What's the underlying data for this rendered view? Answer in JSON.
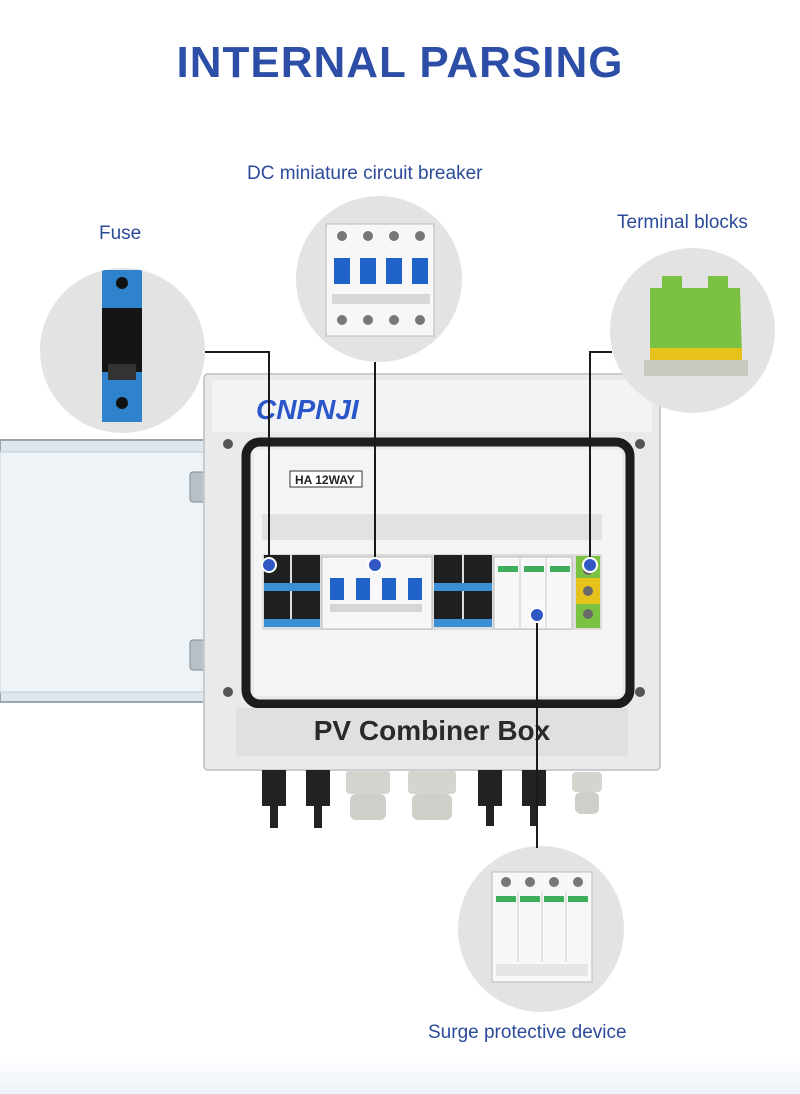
{
  "page": {
    "title": "INTERNAL PARSING"
  },
  "callouts": {
    "mcb": "DC miniature circuit breaker",
    "fuse": "Fuse",
    "terminal": "Terminal blocks",
    "spd": "Surge protective device"
  },
  "box": {
    "brand": "CNPNJI",
    "model_tag": "HA 12WAY",
    "label": "PV Combiner Box"
  },
  "colors": {
    "title": "#2d4ea6",
    "label": "#2c4a9a",
    "dot": "#3157c4",
    "brand": "#2a56c9",
    "terminal_green": "#7cc242",
    "terminal_yellow": "#e7c21a",
    "fuse_blue": "#3b8fd6",
    "enclosure": "#e9eaeb"
  }
}
